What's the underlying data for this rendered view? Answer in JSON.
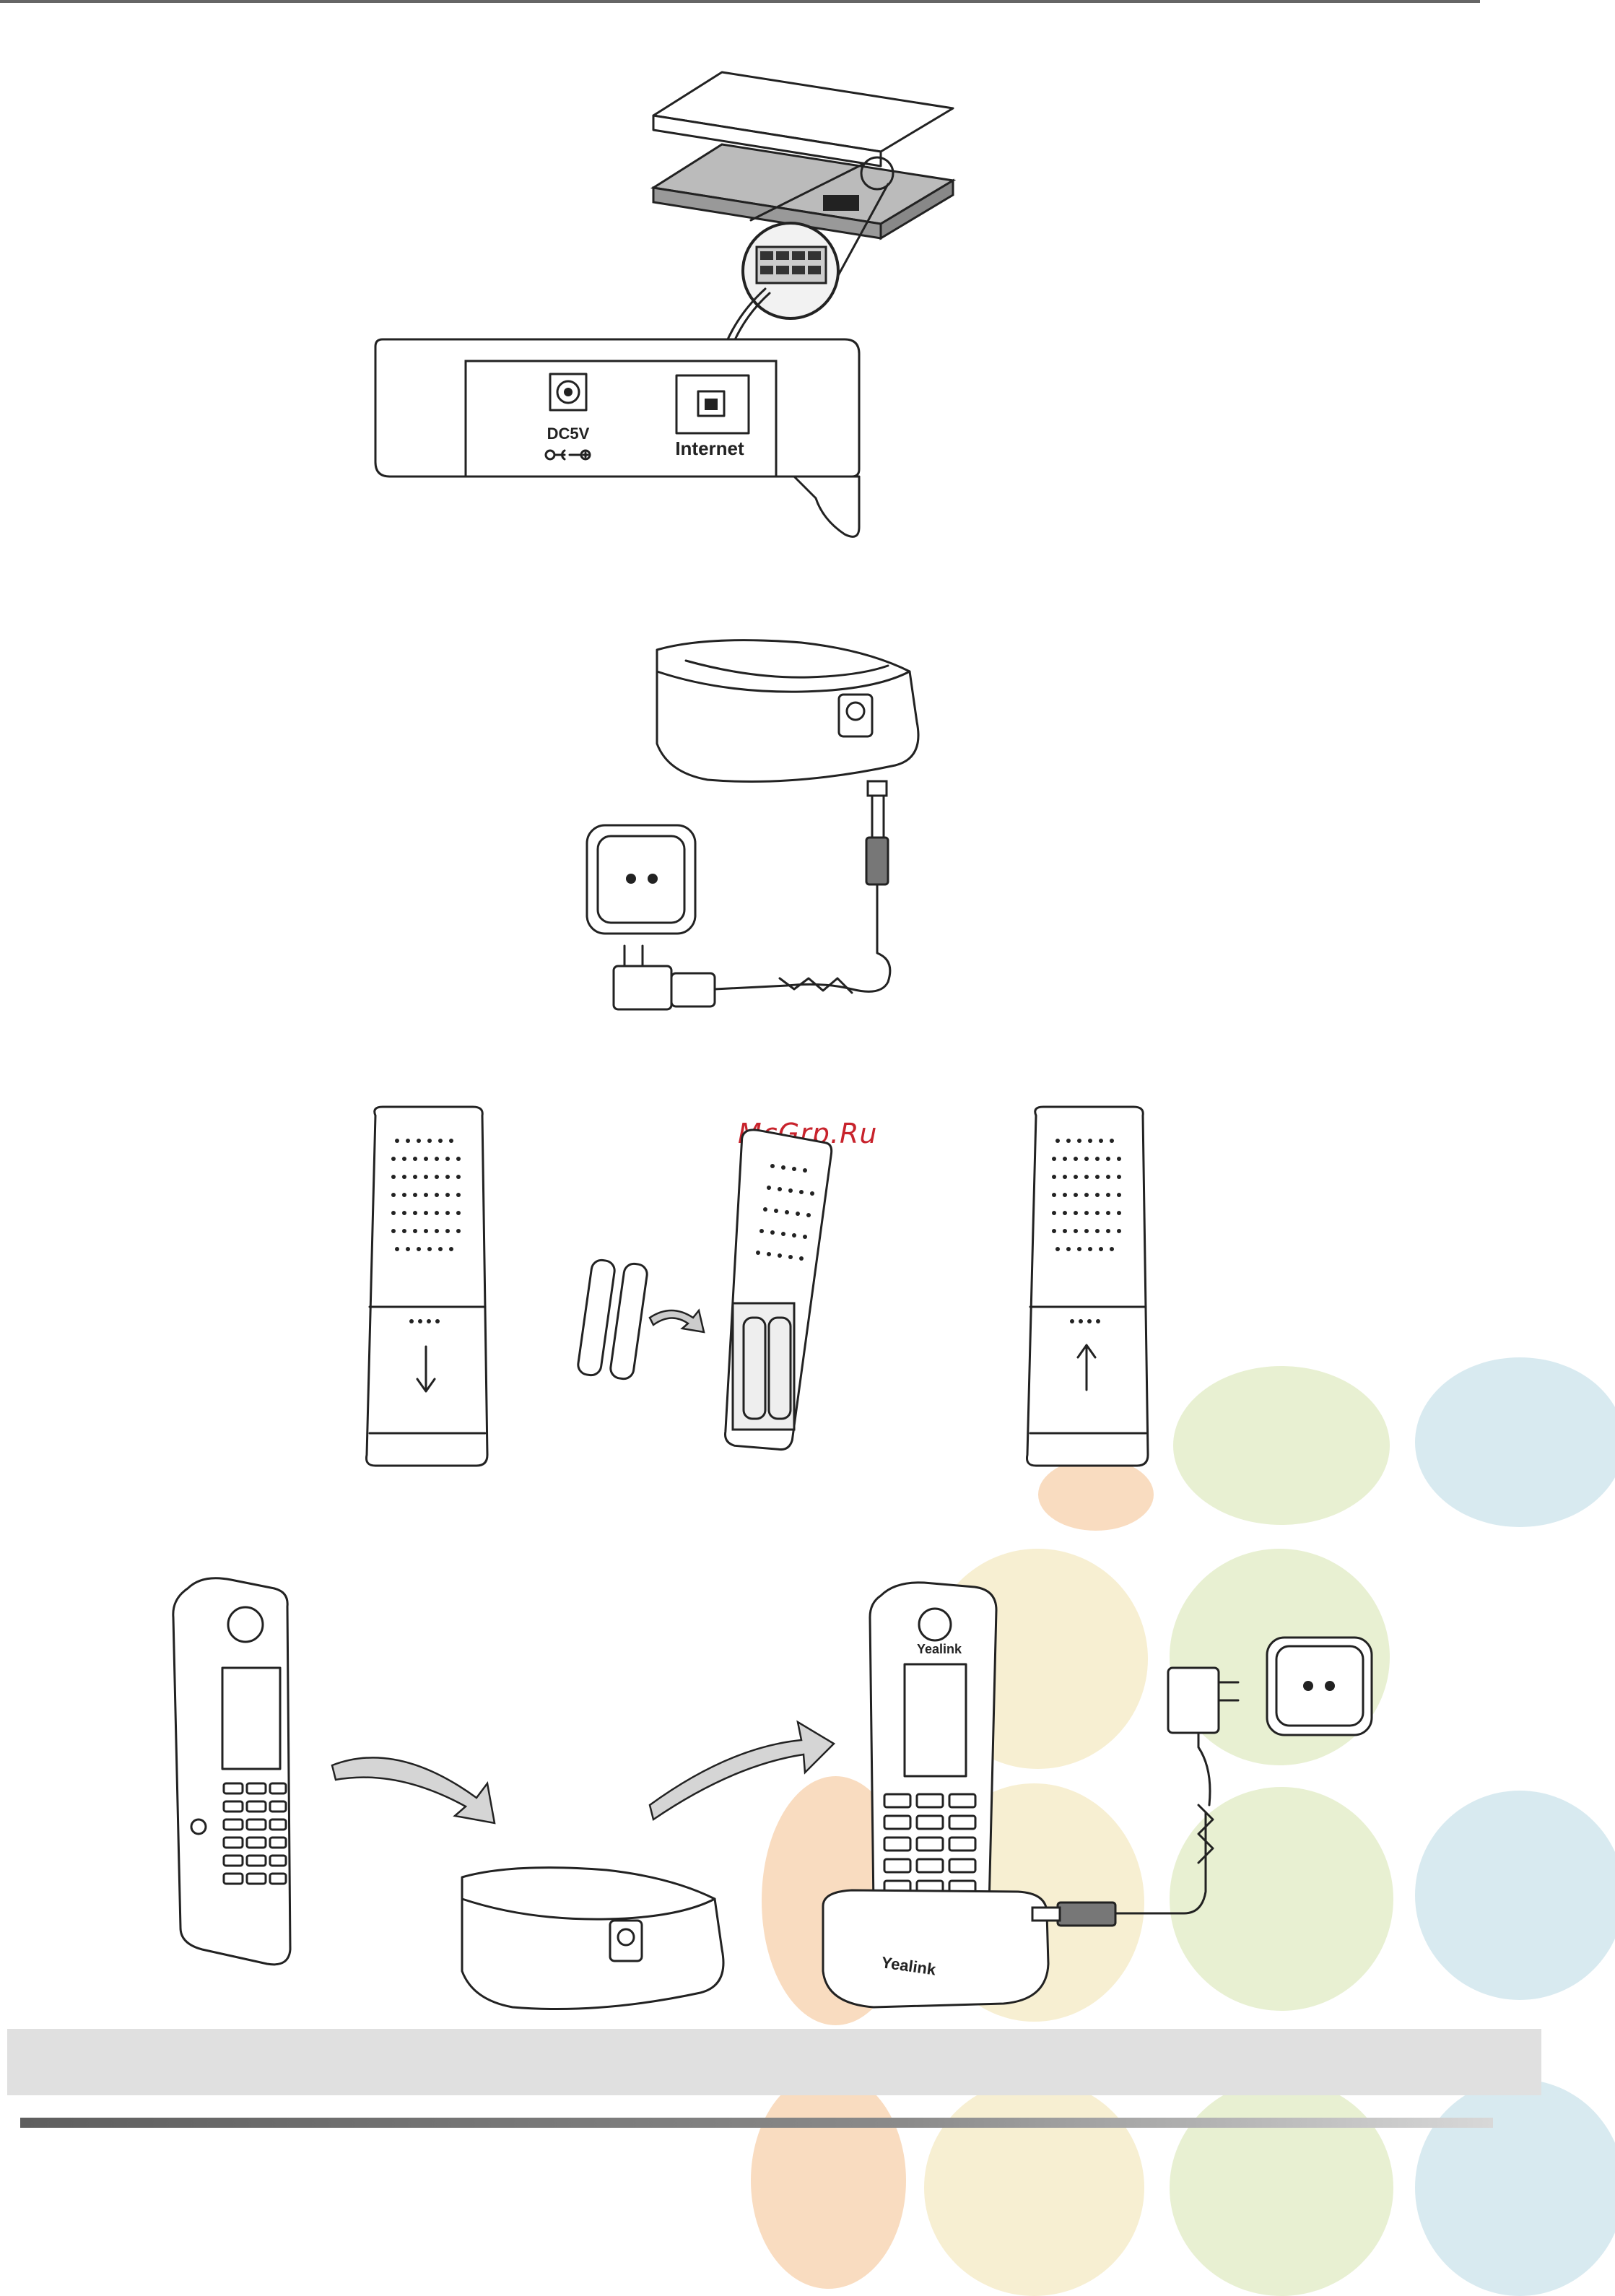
{
  "labels": {
    "dc_port": "DC5V",
    "internet_port": "Internet",
    "watermark": "McGrp.Ru",
    "brand_logo": "Yealink"
  },
  "colors": {
    "orange": "#f9d9bd",
    "yellow": "#f6efcf",
    "green": "#e7efcf",
    "blue": "#d6e9ef",
    "watermark": "#c8232c",
    "band": "#e0e0e0"
  },
  "figures": [
    "base-station-network-connection",
    "base-station-power-connection",
    "handset-battery-installation",
    "handset-charger-placement"
  ]
}
